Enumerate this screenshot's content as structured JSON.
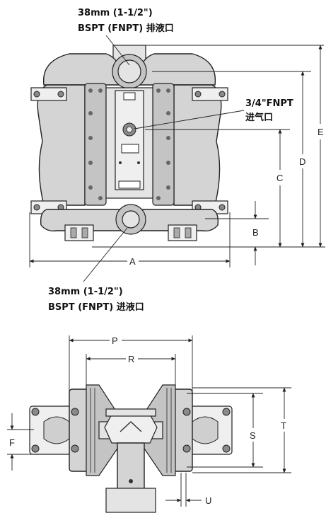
{
  "labels": {
    "outlet_size": "38mm (1-1/2\")",
    "outlet_desc": "BSPT (FNPT) 排液口",
    "air_inlet_size": "3/4\"FNPT",
    "air_inlet_desc": "进气口",
    "inlet_size": "38mm (1-1/2\")",
    "inlet_desc": "BSPT (FNPT) 进液口"
  },
  "dimensions": {
    "A": "A",
    "B": "B",
    "C": "C",
    "D": "D",
    "E": "E",
    "P": "P",
    "R": "R",
    "S": "S",
    "T": "T",
    "F": "F",
    "U": "U"
  }
}
